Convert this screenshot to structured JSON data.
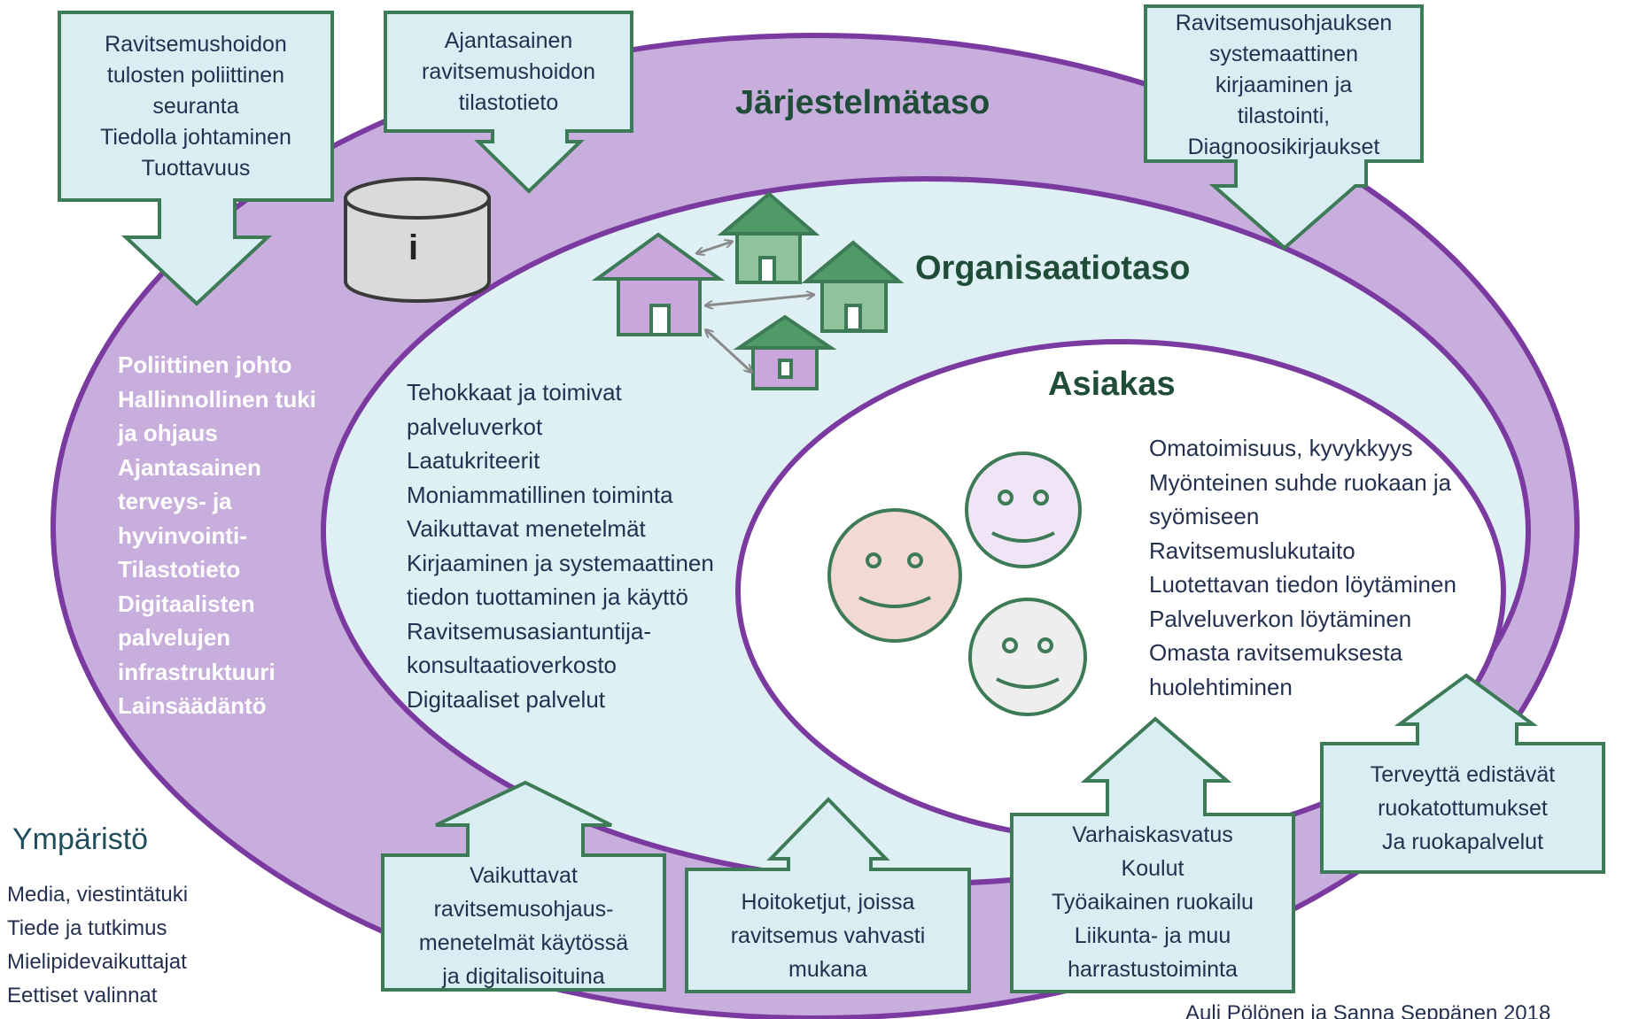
{
  "colors": {
    "outer_ellipse": "#c8aedd",
    "outer_stroke": "#7a3aa0",
    "middle_ellipse": "#dff0f5",
    "inner_ellipse": "#ffffff",
    "box_fill": "#d9eef2",
    "box_stroke": "#3d7a56",
    "house_green": "#4f9a66",
    "house_purple": "#c9a6dc"
  },
  "levels": {
    "system": "Järjestelmätaso",
    "organization": "Organisaatiotaso",
    "client": "Asiakas"
  },
  "system_list": [
    "Poliittinen johto",
    "Hallinnollinen tuki",
    "ja ohjaus",
    "Ajantasainen",
    "terveys- ja",
    "hyvinvointi-",
    "Tilastotieto",
    "Digitaalisten",
    "palvelujen",
    "infrastruktuuri",
    "Lainsäädäntö"
  ],
  "organization_list": [
    "Tehokkaat ja toimivat",
    "palveluverkot",
    "Laatukriteerit",
    "Moniammatillinen toiminta",
    "Vaikuttavat menetelmät",
    "Kirjaaminen ja systemaattinen",
    "tiedon tuottaminen ja käyttö",
    "Ravitsemusasiantuntija-",
    "konsultaatioverkosto",
    "Digitaaliset palvelut"
  ],
  "client_list": [
    "Omatoimisuus, kyvykkyys",
    "Myönteinen suhde ruokaan ja",
    "syömiseen",
    "Ravitsemuslukutaito",
    "Luotettavan tiedon löytäminen",
    "Palveluverkon löytäminen",
    "Omasta ravitsemuksesta",
    "huolehtiminen"
  ],
  "database_label": "i",
  "top_boxes": {
    "box1": [
      "Ravitsemushoidon",
      "tulosten poliittinen",
      "seuranta",
      "Tiedolla johtaminen",
      "Tuottavuus"
    ],
    "box2": [
      "Ajantasainen",
      "ravitsemushoidon",
      "tilastotieto"
    ],
    "box3": [
      "Ravitsemusohjauksen",
      "systemaattinen",
      "kirjaaminen ja",
      "tilastointi,",
      "Diagnoosikirjaukset"
    ]
  },
  "bottom_boxes": {
    "box1": [
      "Vaikuttavat",
      "ravitsemusohjaus-",
      "menetelmät käytössä",
      "ja digitalisoituina"
    ],
    "box2": [
      "Hoitoketjut, joissa",
      "ravitsemus vahvasti",
      "mukana"
    ],
    "box3": [
      "Varhaiskasvatus",
      "Koulut",
      "Työaikainen ruokailu",
      "Liikunta- ja muu",
      "harrastustoiminta"
    ],
    "box4": [
      "Terveyttä edistävät",
      "ruokatottumukset",
      "Ja ruokapalvelut"
    ]
  },
  "environment": {
    "title": "Ympäristö",
    "items": [
      "Media, viestintätuki",
      "Tiede ja tutkimus",
      "Mielipidevaikuttajat",
      "Eettiset valinnat"
    ]
  },
  "credit": "Auli Pölönen ja Sanna Seppänen 2018"
}
